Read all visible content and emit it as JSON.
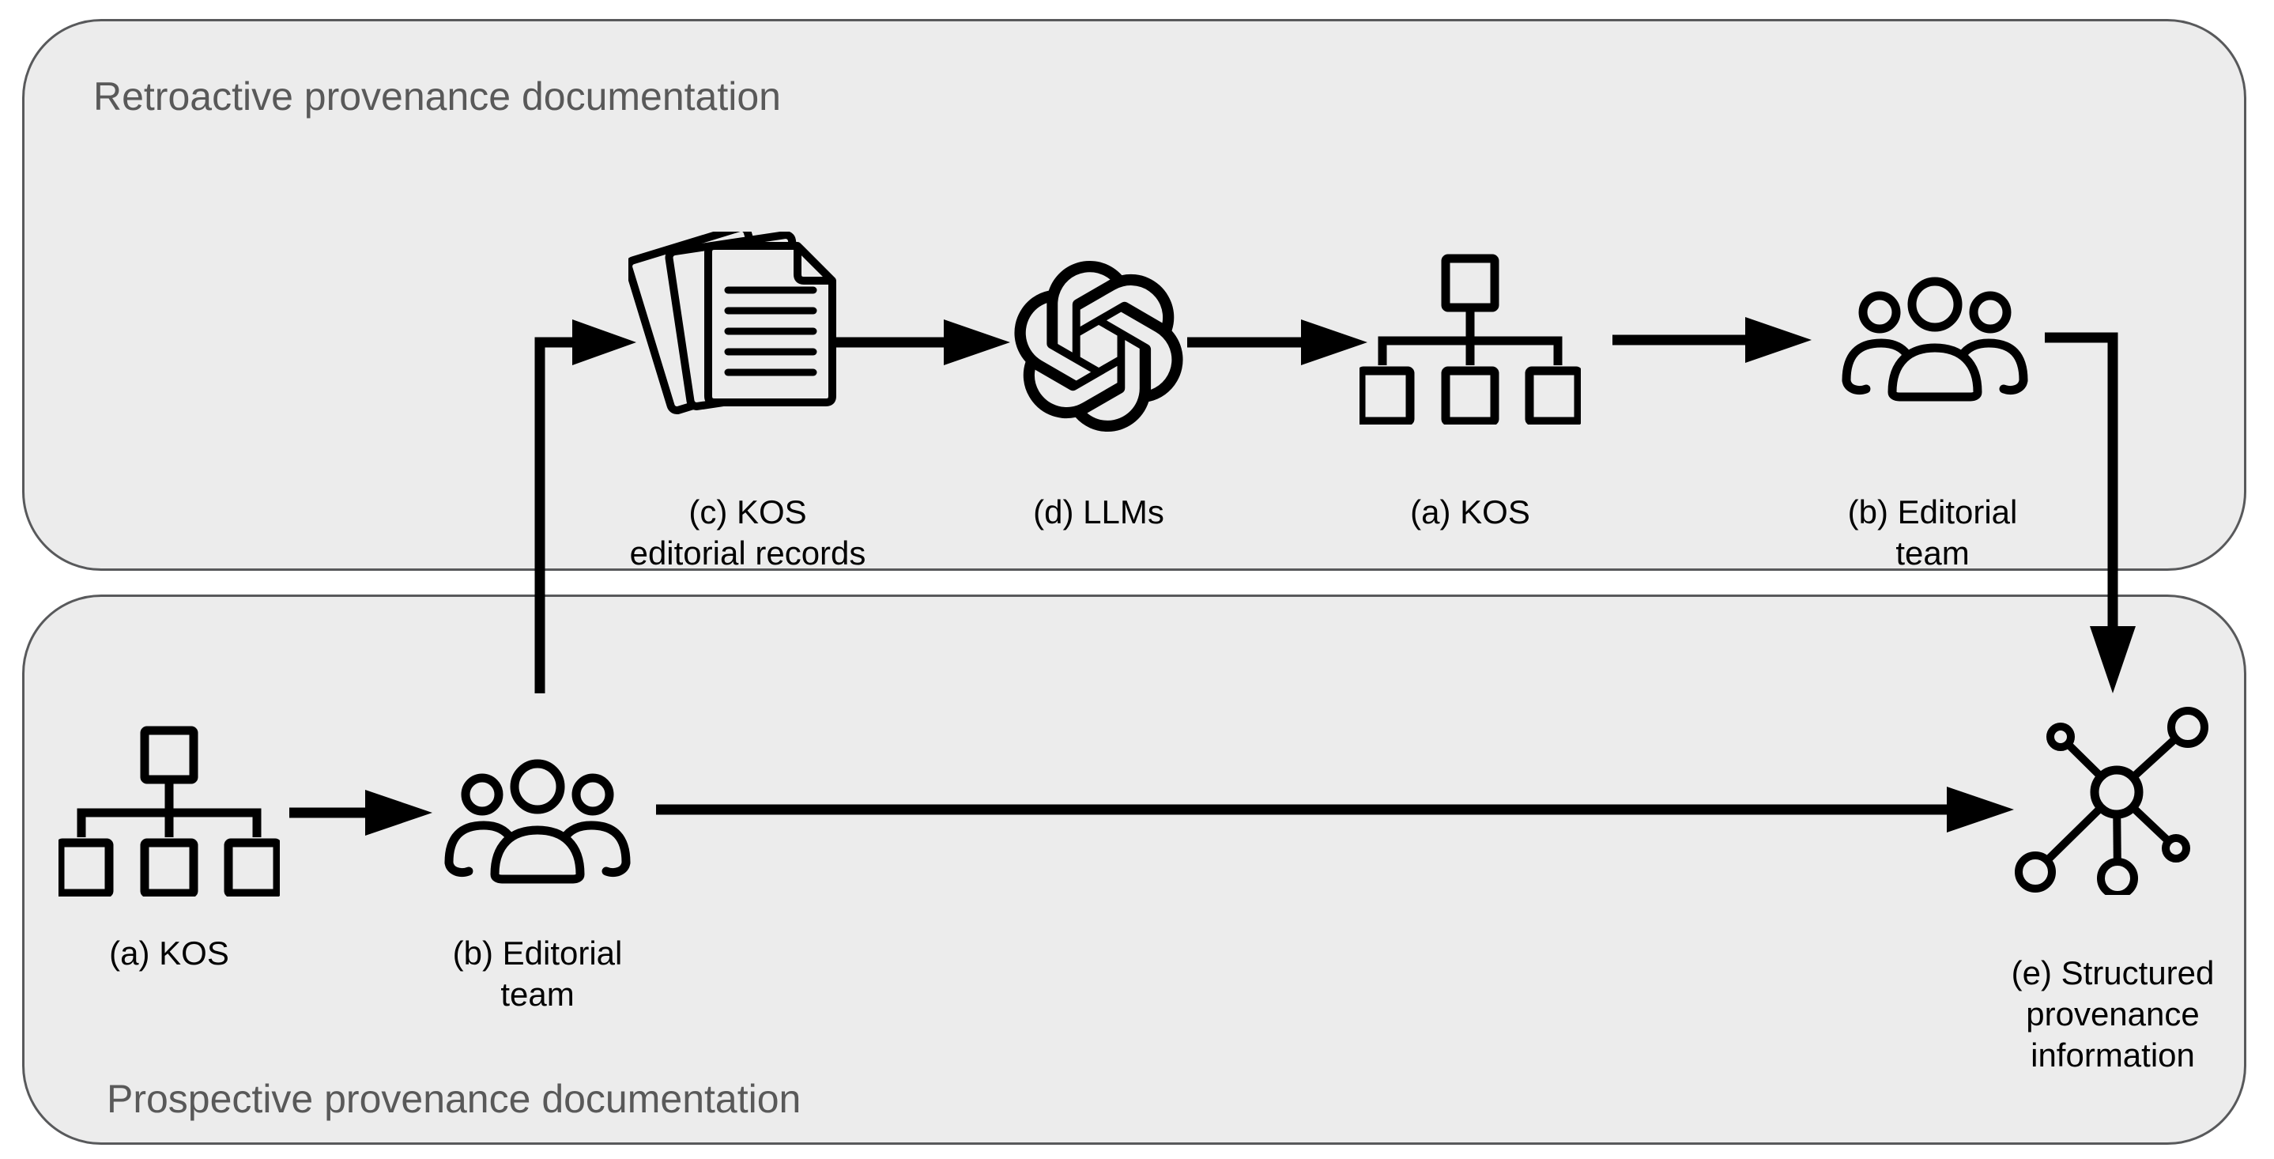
{
  "colors": {
    "background": "#ffffff",
    "panel_fill": "#ececec",
    "panel_border": "#58595b",
    "line_color": "#000000",
    "title_color": "#595959"
  },
  "panels": {
    "retroactive": {
      "title": "Retroactive provenance documentation"
    },
    "prospective": {
      "title": "Prospective provenance documentation"
    }
  },
  "nodes": {
    "kos_editorial_records": {
      "line1": "(c) KOS",
      "line2": "editorial records",
      "icon": "documents-icon"
    },
    "llms": {
      "line1": "(d) LLMs",
      "icon": "openai-icon"
    },
    "kos_top": {
      "line1": "(a) KOS",
      "icon": "hierarchy-icon"
    },
    "editorial_team_top": {
      "line1": "(b) Editorial",
      "line2": "team",
      "icon": "people-icon"
    },
    "kos_bottom": {
      "line1": "(a) KOS",
      "icon": "hierarchy-icon"
    },
    "editorial_team_bottom": {
      "line1": "(b) Editorial",
      "line2": "team",
      "icon": "people-icon"
    },
    "structured_provenance": {
      "line1": "(e) Structured",
      "line2": "provenance",
      "line3": "information",
      "icon": "network-icon"
    }
  },
  "connections": [
    {
      "from": "editorial_team_bottom",
      "to": "kos_editorial_records"
    },
    {
      "from": "kos_editorial_records",
      "to": "llms"
    },
    {
      "from": "llms",
      "to": "kos_top"
    },
    {
      "from": "kos_top",
      "to": "editorial_team_top"
    },
    {
      "from": "editorial_team_top",
      "to": "structured_provenance"
    },
    {
      "from": "kos_bottom",
      "to": "editorial_team_bottom"
    },
    {
      "from": "editorial_team_bottom",
      "to": "structured_provenance"
    }
  ]
}
